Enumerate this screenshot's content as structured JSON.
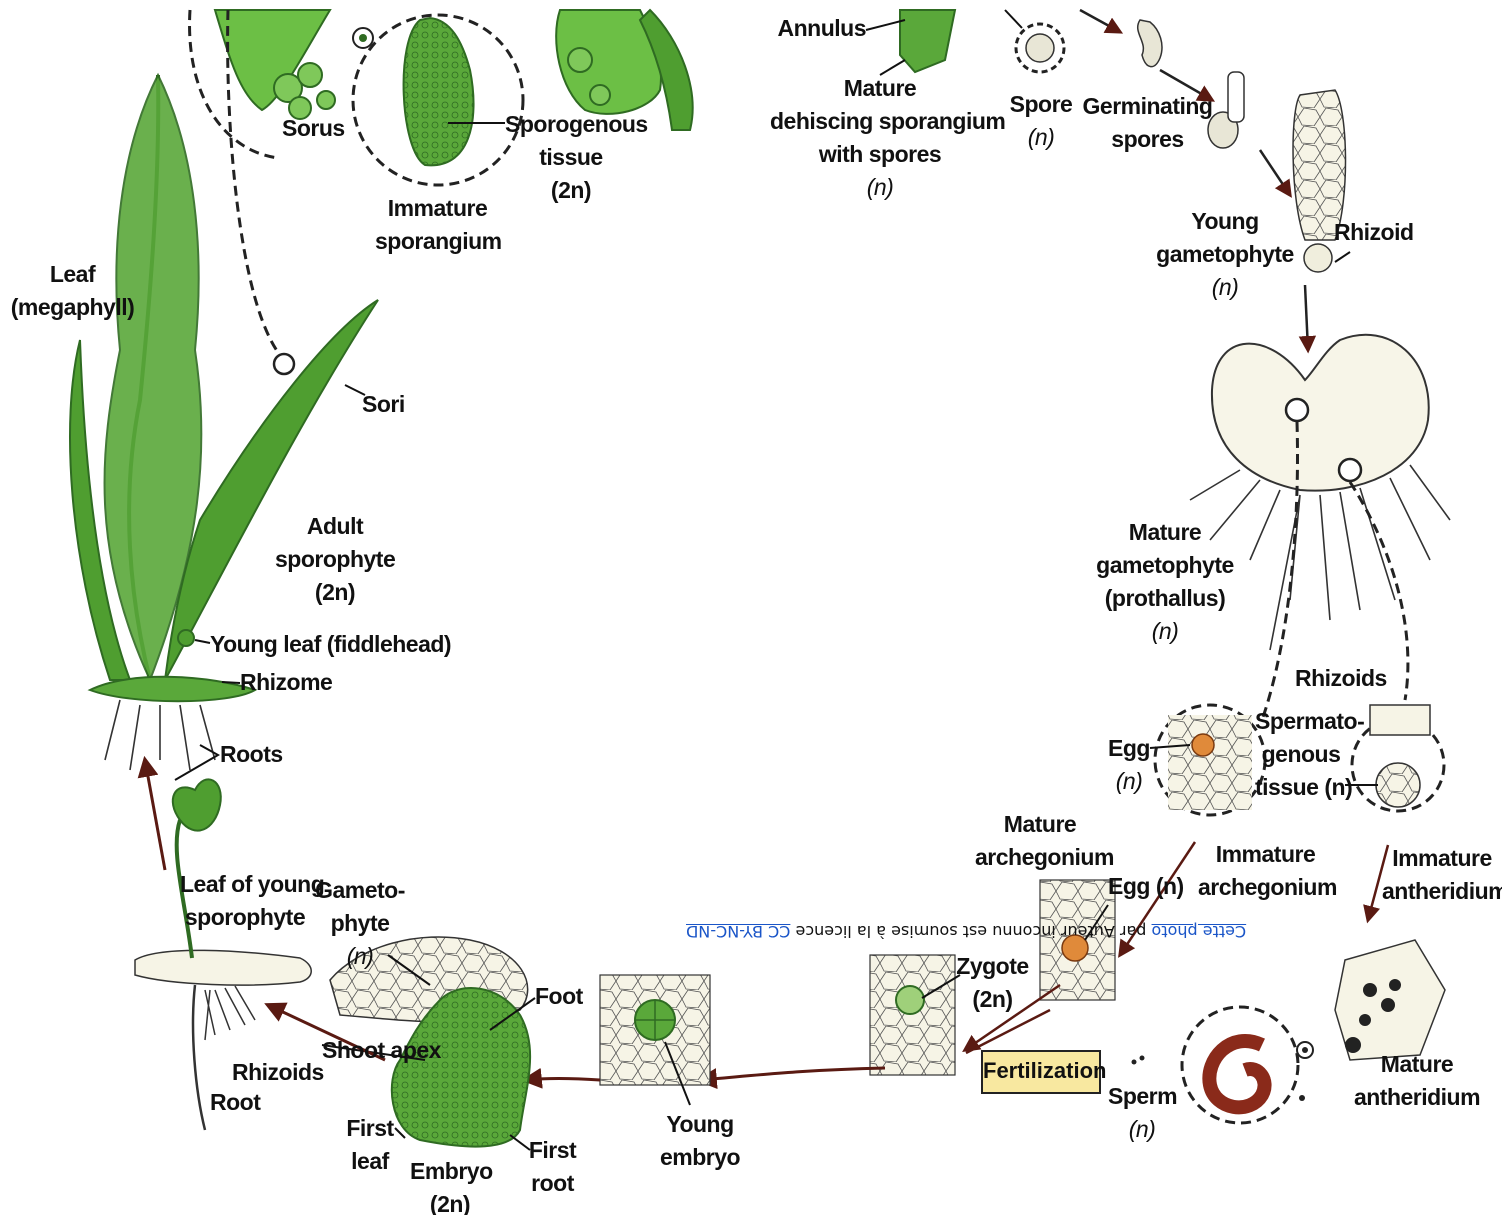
{
  "labels": {
    "annulus": "Annulus",
    "mature_dehiscing": [
      "Mature",
      "dehiscing sporangium",
      "with spores",
      "(n)"
    ],
    "spore": [
      "Spore",
      "(n)"
    ],
    "germinating": [
      "Germinating",
      "spores"
    ],
    "young_gametophyte": [
      "Young",
      "gametophyte",
      "(n)"
    ],
    "rhizoid": "Rhizoid",
    "sorus": "Sorus",
    "sporogenous": [
      "Sporogenous",
      "tissue",
      "(2n)"
    ],
    "immature_sporangium": [
      "Immature",
      "sporangium"
    ],
    "leaf_megaphyll": [
      "Leaf",
      "(megaphyll)"
    ],
    "sori": "Sori",
    "adult_sporophyte": [
      "Adult",
      "sporophyte",
      "(2n)"
    ],
    "young_leaf": "Young leaf (fiddlehead)",
    "rhizome": "Rhizome",
    "roots": "Roots",
    "mature_gametophyte": [
      "Mature",
      "gametophyte",
      "(prothallus)",
      "(n)"
    ],
    "rhizoids_right": "Rhizoids",
    "egg_n": [
      "Egg",
      "(n)"
    ],
    "spermatogenous": [
      "Spermato-",
      "genous",
      "tissue (n)"
    ],
    "mature_archegonium": [
      "Mature",
      "archegonium"
    ],
    "immature_archegonium": [
      "Immature",
      "archegonium"
    ],
    "immature_antheridium": [
      "Immature",
      "antheridium"
    ],
    "egg_n_inline": "Egg (n)",
    "leaf_young_sporophyte": [
      "Leaf of young",
      "sporophyte"
    ],
    "gametophyte_left": [
      "Gameto-",
      "phyte",
      "(n)"
    ],
    "foot": "Foot",
    "zygote": [
      "Zygote",
      "(2n)"
    ],
    "fertilization": "Fertilization",
    "shoot_apex": "Shoot apex",
    "rhizoids_left": "Rhizoids",
    "root": "Root",
    "sperm": [
      "Sperm",
      "(n)"
    ],
    "mature_antheridium": [
      "Mature",
      "antheridium"
    ],
    "first_leaf": [
      "First",
      "leaf"
    ],
    "embryo": [
      "Embryo",
      "(2n)"
    ],
    "first_root": [
      "First",
      "root"
    ],
    "young_embryo": [
      "Young",
      "embryo"
    ]
  },
  "credit": {
    "link1": "Cette photo",
    "middle": " par Auteur inconnu est soumise à la licence ",
    "link2": "CC BY-NC-ND"
  },
  "colors": {
    "plant_green": "#5aa83a",
    "dark_green": "#2f6b22",
    "light_green": "#9fd07a",
    "cell_cream": "#f4f1df",
    "egg_orange": "#e08a3a",
    "sperm_red": "#8a2a1a",
    "arrow": "#5a1a12",
    "fertilization_bg": "#f8e8a0"
  }
}
